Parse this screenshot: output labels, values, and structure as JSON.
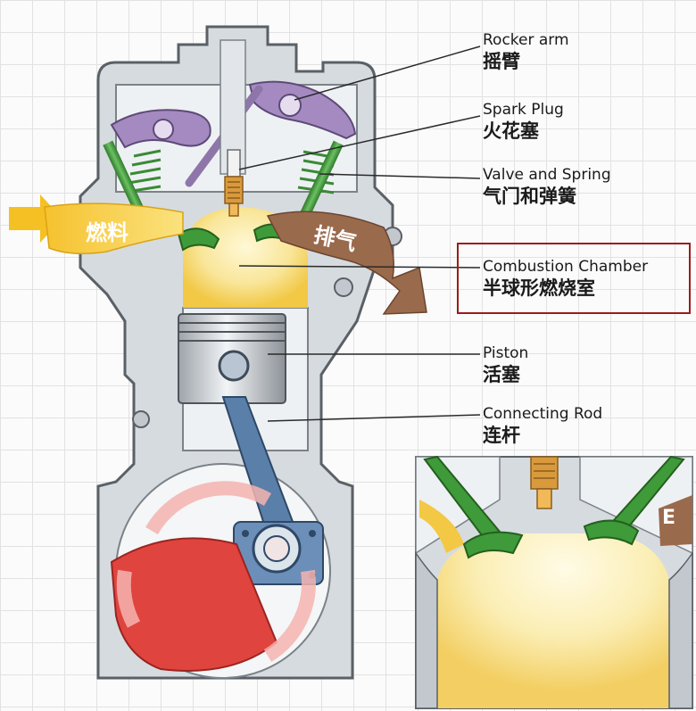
{
  "labels": {
    "rocker_arm": {
      "en": "Rocker arm",
      "zh": "摇臂"
    },
    "spark_plug": {
      "en": "Spark Plug",
      "zh": "火花塞"
    },
    "valve_spring": {
      "en": "Valve and Spring",
      "zh": "气门和弹簧"
    },
    "combustion_chamber": {
      "en": "Combustion Chamber",
      "zh": "半球形燃烧室"
    },
    "piston": {
      "en": "Piston",
      "zh": "活塞"
    },
    "connecting_rod": {
      "en": "Connecting Rod",
      "zh": "连杆"
    }
  },
  "flows": {
    "fuel": "燃料",
    "exhaust": "排气",
    "inset_fragment": "E"
  },
  "colors": {
    "engine_block": "#d4d9de",
    "block_outline": "#5a6066",
    "valve_green": "#3f9a3a",
    "rocker_purple": "#9a7fb5",
    "fuel_yellow": "#f2c53d",
    "exhaust_brown": "#9a6a4c",
    "crank_red": "#e0443e",
    "rod_blue": "#5a7fa8",
    "highlight_box": "#9c1b1b"
  }
}
